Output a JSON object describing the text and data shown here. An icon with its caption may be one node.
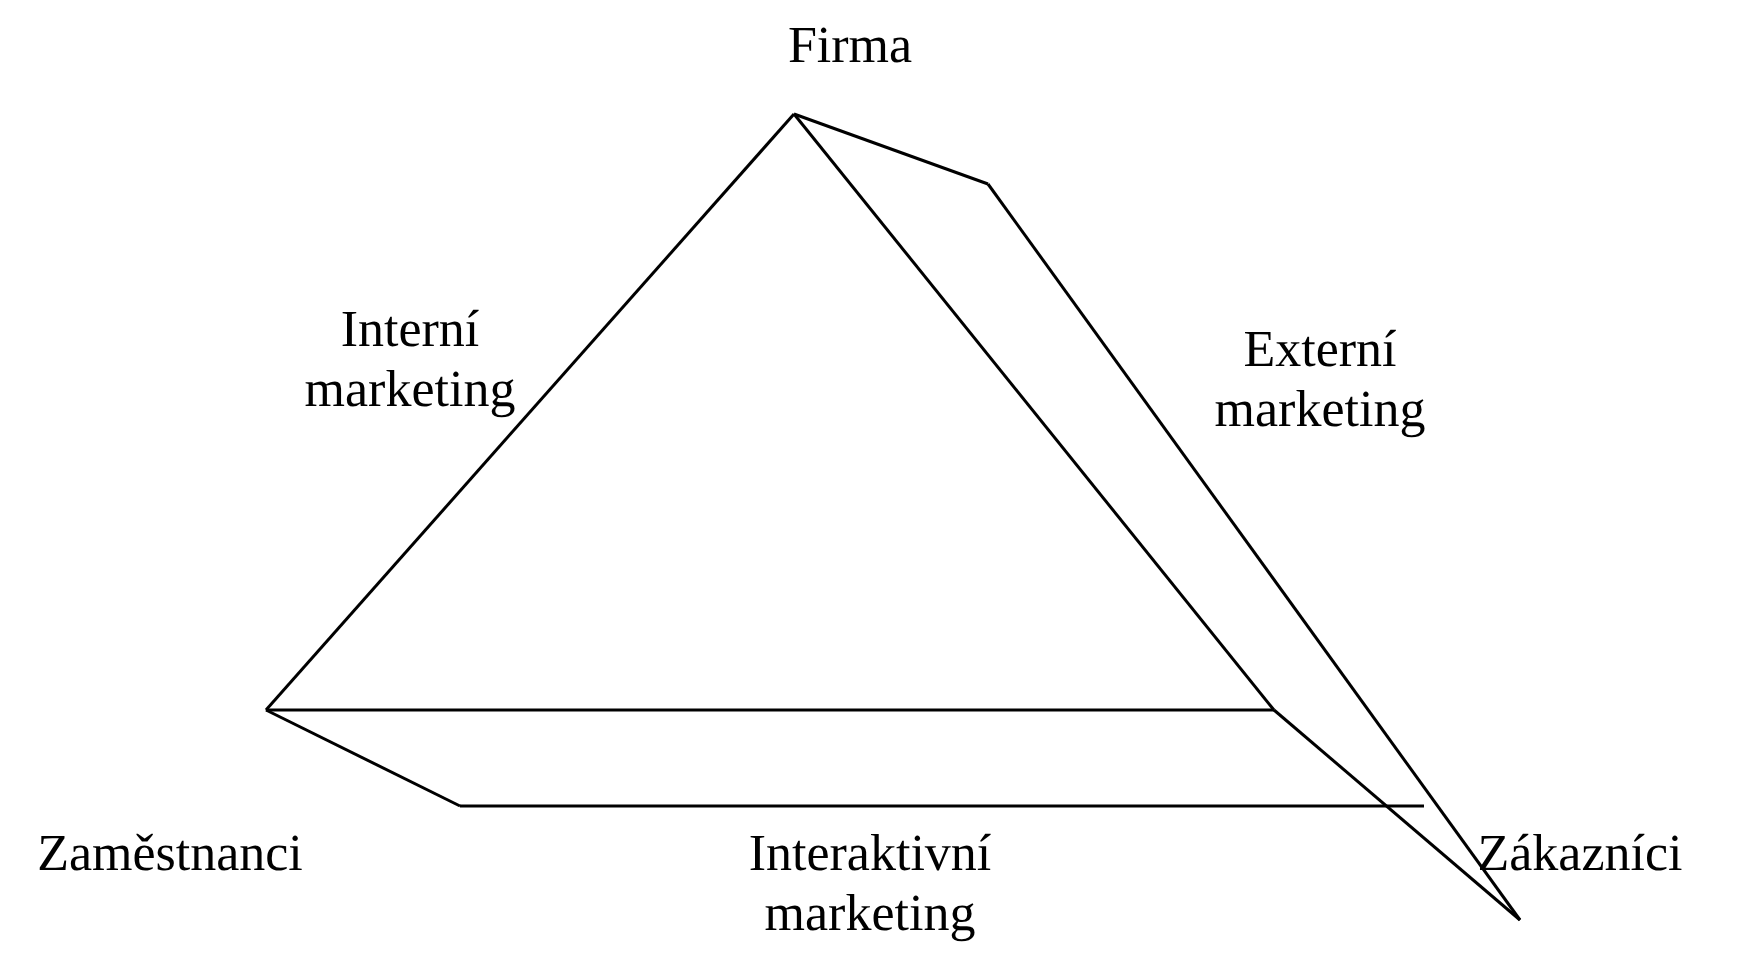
{
  "diagram": {
    "labels": [
      "Firma",
      "Interní marketing",
      "Externí marketing",
      "Zaměstnanci",
      "Interaktivní marketing",
      "Zákazníci"
    ]
  }
}
